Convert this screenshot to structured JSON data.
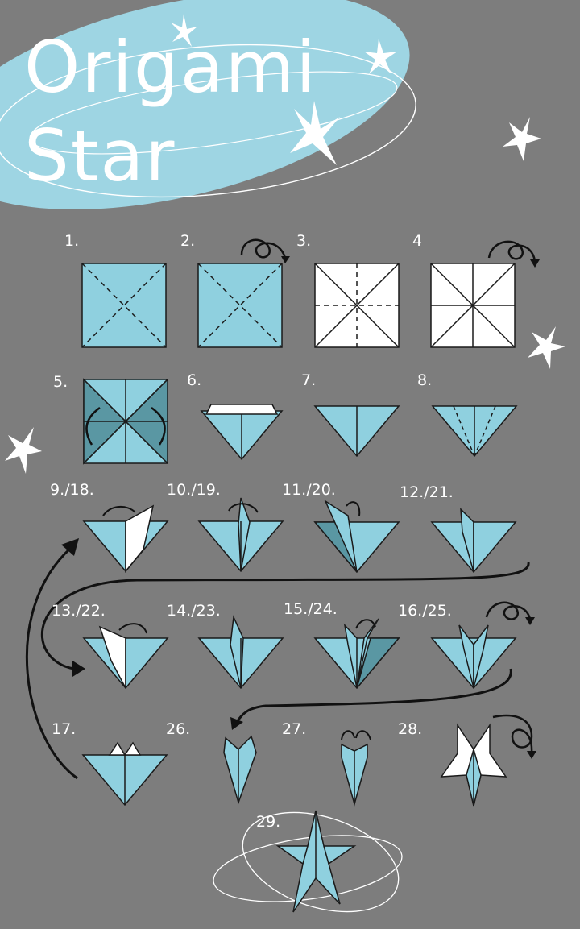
{
  "title": {
    "line1": "Origami",
    "line2": "Star"
  },
  "steps": [
    "1.",
    "2.",
    "3.",
    "4",
    "5.",
    "6.",
    "7.",
    "8.",
    "9./18.",
    "10./19.",
    "11./20.",
    "12./21.",
    "13./22.",
    "14./23.",
    "15./24.",
    "16./25.",
    "17.",
    "26.",
    "27.",
    "28.",
    "29."
  ],
  "colors": {
    "background": "#7d7d7d",
    "paper": "#8fd0df",
    "paper_dark": "#5a97a3",
    "title_blob": "#9ed5e3",
    "line": "#1a1a1a",
    "white": "#ffffff"
  }
}
